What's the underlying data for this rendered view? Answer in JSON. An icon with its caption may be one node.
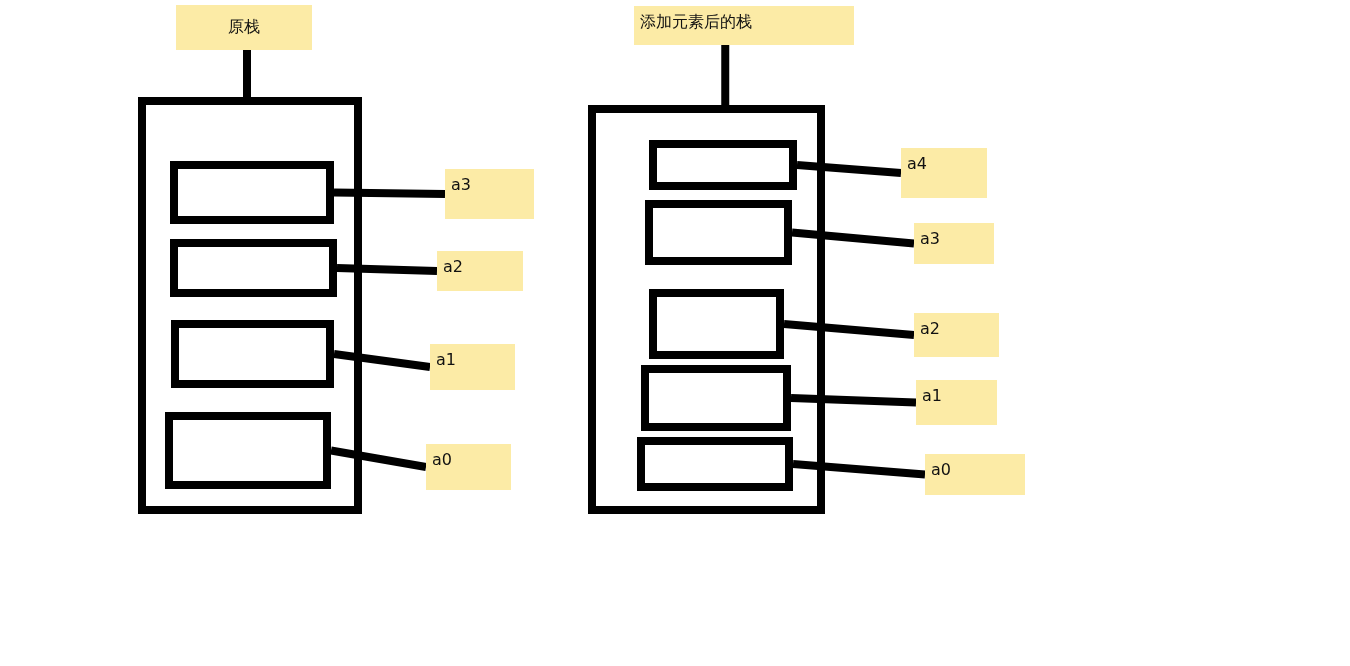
{
  "diagram": {
    "nodes": [
      {
        "text": [
          "原栈"
        ]
      },
      {
        "text": [],
        "shape": "box"
      },
      {
        "text": [],
        "shape": "box",
        "in": 1
      },
      {
        "text": [],
        "shape": "box",
        "in": 1
      },
      {
        "text": [],
        "shape": "box",
        "in": 1
      },
      {
        "text": [],
        "shape": "box",
        "in": 1
      },
      {
        "text": [
          "a3"
        ]
      },
      {
        "text": [
          "a2"
        ]
      },
      {
        "text": [
          "a1"
        ]
      },
      {
        "text": [
          "a0"
        ]
      },
      {
        "text": [
          "添加元素后的栈"
        ]
      },
      {
        "text": [],
        "shape": "box"
      },
      {
        "text": [],
        "shape": "box",
        "in": 11
      },
      {
        "text": [],
        "shape": "box",
        "in": 11
      },
      {
        "text": [],
        "shape": "box",
        "in": 11
      },
      {
        "text": [],
        "shape": "box",
        "in": 11
      },
      {
        "text": [],
        "shape": "box",
        "in": 11
      },
      {
        "text": [
          "a4"
        ]
      },
      {
        "text": [
          "a3"
        ]
      },
      {
        "text": [
          "a2"
        ]
      },
      {
        "text": [
          "a1"
        ]
      },
      {
        "text": [
          "a0"
        ]
      }
    ],
    "edges": [
      {
        "from": 0,
        "to": 1,
        "arrow": "none"
      },
      {
        "from": 2,
        "to": 6,
        "arrow": "none"
      },
      {
        "from": 3,
        "to": 7,
        "arrow": "none"
      },
      {
        "from": 4,
        "to": 8,
        "arrow": "none"
      },
      {
        "from": 5,
        "to": 9,
        "arrow": "none"
      },
      {
        "from": 10,
        "to": 11,
        "arrow": "none"
      },
      {
        "from": 12,
        "to": 17,
        "arrow": "none"
      },
      {
        "from": 13,
        "to": 18,
        "arrow": "none"
      },
      {
        "from": 14,
        "to": 19,
        "arrow": "none"
      },
      {
        "from": 15,
        "to": 20,
        "arrow": "none"
      },
      {
        "from": 16,
        "to": 21,
        "arrow": "none"
      }
    ]
  }
}
